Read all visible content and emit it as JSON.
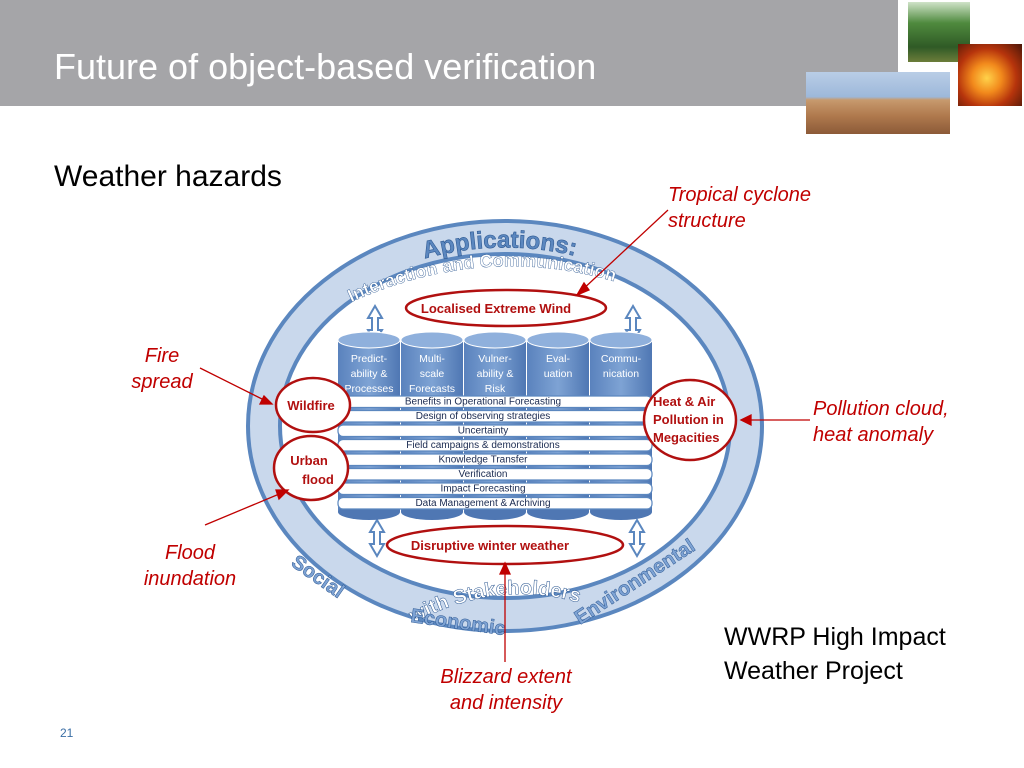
{
  "slide": {
    "title": "Future of object-based verification",
    "subtitle": "Weather hazards",
    "project_line1": "WWRP High Impact",
    "project_line2": "Weather Project",
    "page_number": "21"
  },
  "annotations": {
    "tropical_1": "Tropical cyclone",
    "tropical_2": "structure",
    "fire_1": "Fire",
    "fire_2": "spread",
    "pollution_1": "Pollution cloud,",
    "pollution_2": "heat anomaly",
    "flood_1": "Flood",
    "flood_2": "inundation",
    "blizzard_1": "Blizzard extent",
    "blizzard_2": "and intensity"
  },
  "diagram": {
    "ring_top_1": "Applications:",
    "ring_top_2": "Interaction and Communication",
    "ring_bottom_1": "with Stakeholders",
    "ring_social": "Social",
    "ring_economic": "Economic",
    "ring_environmental": "Environmental",
    "hazard_wind": "Localised Extreme Wind",
    "hazard_winter": "Disruptive winter weather",
    "hazard_wildfire": "Wildfire",
    "hazard_urban_1": "Urban",
    "hazard_urban_2": "flood",
    "hazard_heat_1": "Heat & Air",
    "hazard_heat_2": "Pollution in",
    "hazard_heat_3": "Megacities",
    "cylinders": [
      {
        "l1": "Predict-",
        "l2": "ability &",
        "l3": "Processes"
      },
      {
        "l1": "Multi-",
        "l2": "scale",
        "l3": "Forecasts"
      },
      {
        "l1": "Vulner-",
        "l2": "ability &",
        "l3": "Risk"
      },
      {
        "l1": "Eval-",
        "l2": "uation",
        "l3": ""
      },
      {
        "l1": "Commu-",
        "l2": "nication",
        "l3": ""
      }
    ],
    "layers": [
      "Benefits in Operational Forecasting",
      "Design of observing strategies",
      "Uncertainty",
      "Field campaigns & demonstrations",
      "Knowledge Transfer",
      "Verification",
      "Impact Forecasting",
      "Data Management & Archiving"
    ]
  },
  "colors": {
    "ring_blue": "#5b87bf",
    "ring_light": "#c9d8ec",
    "annotation_red": "#c00000",
    "hazard_text": "#b11010",
    "titlebar_gray": "#a5a5a8"
  }
}
